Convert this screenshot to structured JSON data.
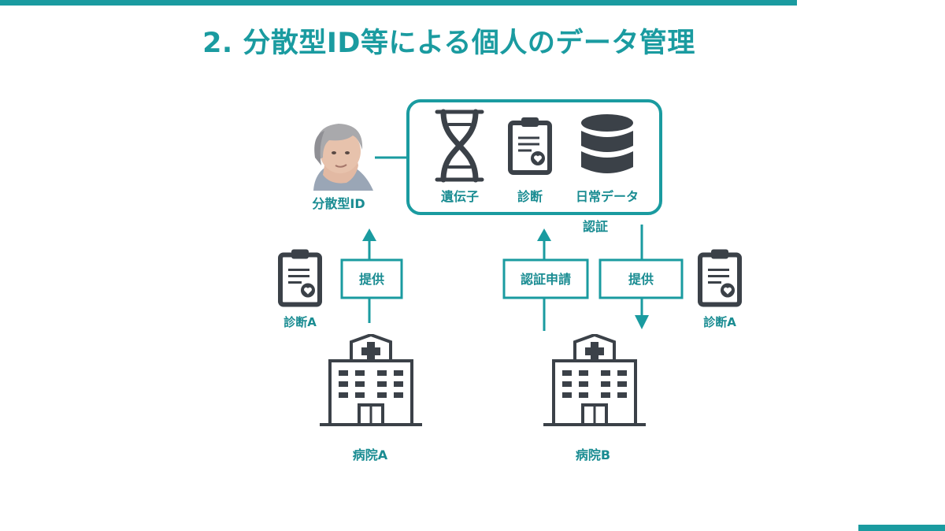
{
  "title": "2. 分散型ID等による個人のデータ管理",
  "colors": {
    "accent": "#1a9ba0",
    "icon": "#3b4148"
  },
  "person": {
    "label": "分散型ID",
    "icon": "elderly-person-icon"
  },
  "data_box": {
    "items": [
      {
        "label": "遺伝子",
        "icon": "dna-icon"
      },
      {
        "label": "診断",
        "icon": "clipboard-heart-icon"
      },
      {
        "label": "日常データ",
        "icon": "database-icon"
      }
    ],
    "auth_label": "認証"
  },
  "left_flow": {
    "provide_label": "提供",
    "diagnosis_label": "診断A"
  },
  "right_flow": {
    "auth_request_label": "認証申請",
    "provide_label": "提供",
    "diagnosis_label": "診断A"
  },
  "hospitals": [
    {
      "label": "病院A",
      "icon": "hospital-icon"
    },
    {
      "label": "病院B",
      "icon": "hospital-icon"
    }
  ]
}
